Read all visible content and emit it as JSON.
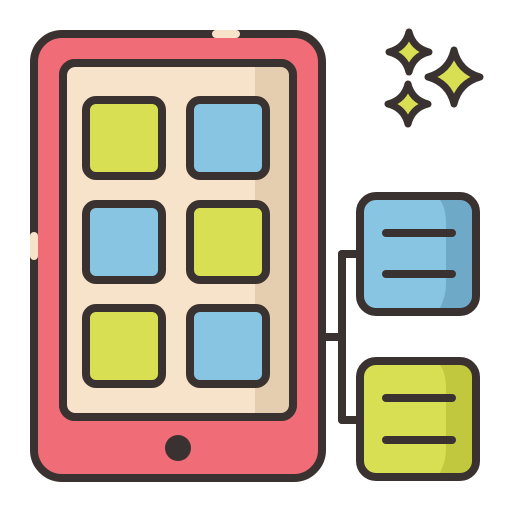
{
  "icon": {
    "name": "app-grid-structure",
    "colors": {
      "outline": "#3a3230",
      "device_body": "#f06d78",
      "device_body_shade": "#e05c69",
      "screen": "#f7e3c9",
      "screen_shade": "#e5ceb0",
      "tile_green": "#d8df52",
      "tile_green_shade": "#c2c83e",
      "tile_blue": "#88c5e2",
      "tile_blue_shade": "#6ea9c7",
      "sparkle": "#d8df52",
      "background": "#ffffff"
    },
    "grid_tiles": [
      {
        "row": 1,
        "col": 1,
        "color": "green"
      },
      {
        "row": 1,
        "col": 2,
        "color": "blue"
      },
      {
        "row": 2,
        "col": 1,
        "color": "blue"
      },
      {
        "row": 2,
        "col": 2,
        "color": "green"
      },
      {
        "row": 3,
        "col": 1,
        "color": "green"
      },
      {
        "row": 3,
        "col": 2,
        "color": "blue",
        "linked": true
      }
    ],
    "side_cards": [
      {
        "color": "blue",
        "lines": 2
      },
      {
        "color": "green",
        "lines": 2
      }
    ],
    "sparkles": 3
  }
}
